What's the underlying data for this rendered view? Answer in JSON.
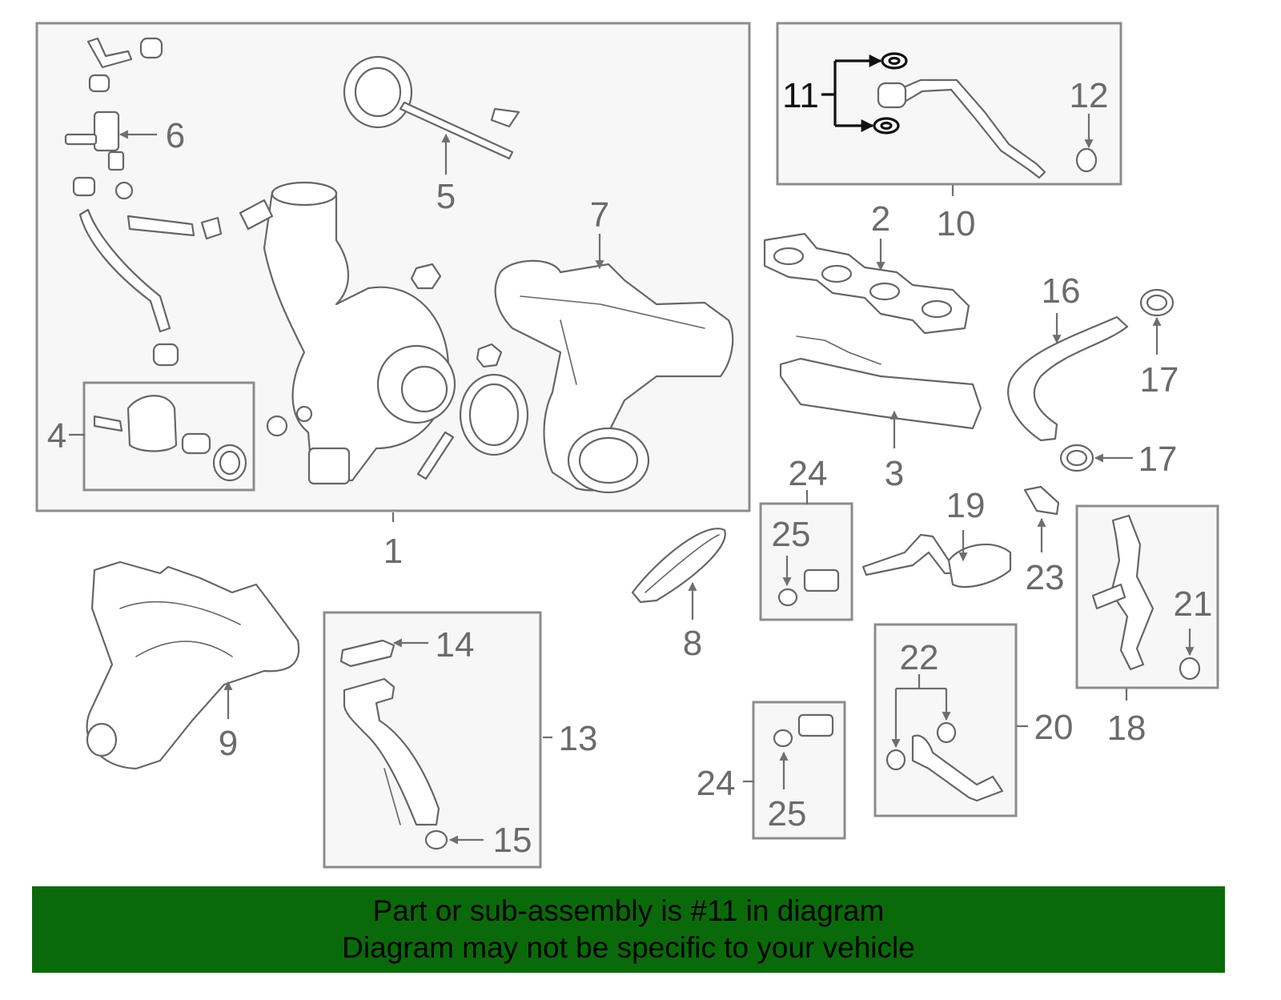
{
  "labels": {
    "1": "1",
    "2": "2",
    "3": "3",
    "4": "4",
    "5": "5",
    "6": "6",
    "7": "7",
    "8": "8",
    "9": "9",
    "10": "10",
    "11": "11",
    "12": "12",
    "13": "13",
    "14": "14",
    "15": "15",
    "16": "16",
    "17": "17",
    "18": "18",
    "19": "19",
    "20": "20",
    "21": "21",
    "22": "22",
    "23": "23",
    "24": "24",
    "25": "25"
  },
  "highlighted_part": "11",
  "colors": {
    "banner_background": "#0a6a0a",
    "banner_text": "#000000",
    "highlight": "#111111",
    "label_gray": "#6b6b6b"
  },
  "banner": {
    "line1": "Part or sub-assembly is #11 in diagram",
    "line2": "Diagram may not be specific to your vehicle"
  }
}
